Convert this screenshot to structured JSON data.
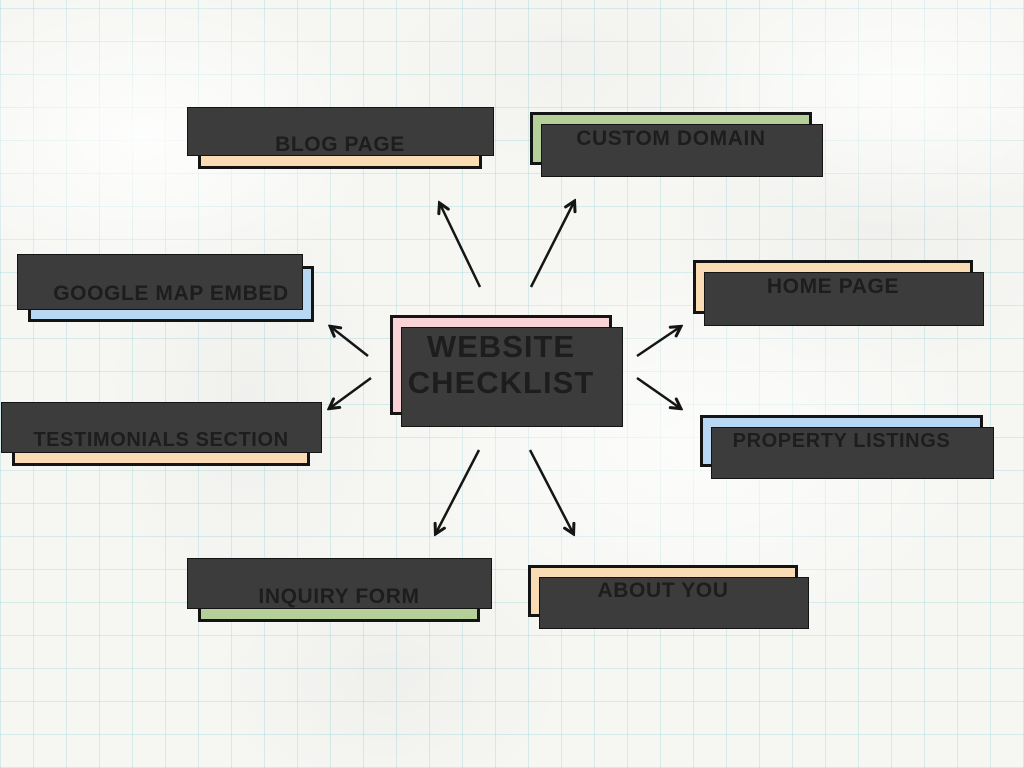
{
  "diagram": {
    "center": {
      "label": "WEBSITE CHECKLIST",
      "lines": [
        "WEBSITE",
        "CHECKLIST"
      ],
      "fill": "#f8d2d5"
    },
    "nodes": [
      {
        "id": "blog-page",
        "label": "BLOG PAGE",
        "fill": "#fadcb4"
      },
      {
        "id": "custom-domain",
        "label": "CUSTOM DOMAIN",
        "fill": "#b5cf99"
      },
      {
        "id": "google-map-embed",
        "label": "GOOGLE MAP EMBED",
        "fill": "#b8d7f2"
      },
      {
        "id": "home-page",
        "label": "HOME PAGE",
        "fill": "#fadcb4"
      },
      {
        "id": "testimonials-section",
        "label": "TESTIMONIALS SECTION",
        "fill": "#fadcb4"
      },
      {
        "id": "property-listings",
        "label": "PROPERTY LISTINGS",
        "fill": "#b8d7f2"
      },
      {
        "id": "inquiry-form",
        "label": "INQUIRY FORM",
        "fill": "#b5cf99"
      },
      {
        "id": "about-you",
        "label": "ABOUT YOU",
        "fill": "#fadcb4"
      }
    ],
    "colors": {
      "border": "#141414",
      "shadow": "#3c3c3c",
      "text": "#1d1d1d",
      "arrow": "#151515",
      "grid_line": "#d8eef0",
      "paper": "#f6f6f3"
    }
  }
}
